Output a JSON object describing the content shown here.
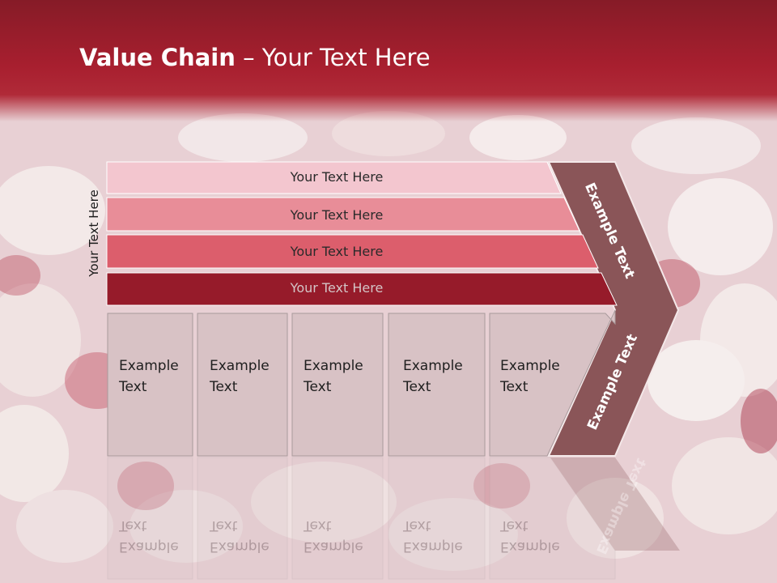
{
  "slide": {
    "title_bold": "Value Chain",
    "title_rest": " – Your Text Here",
    "side_label": "Your Text Here"
  },
  "rows": [
    {
      "label": "Your Text Here",
      "color": "#f3c6cf",
      "text_color": "#2a2a2a"
    },
    {
      "label": "Your Text Here",
      "color": "#e88d98",
      "text_color": "#2a2a2a"
    },
    {
      "label": "Your Text Here",
      "color": "#dc5e6c",
      "text_color": "#2a2a2a"
    },
    {
      "label": "Your Text Here",
      "color": "#961b2a",
      "text_color": "#d4c4c6"
    }
  ],
  "boxes": [
    {
      "line1": "Example",
      "line2": "Text"
    },
    {
      "line1": "Example",
      "line2": "Text"
    },
    {
      "line1": "Example",
      "line2": "Text"
    },
    {
      "line1": "Example",
      "line2": "Text"
    },
    {
      "line1": "Example",
      "line2": "Text"
    }
  ],
  "chevron": {
    "upper_label": "Example Text",
    "lower_label": "Example Text",
    "color": "#8a5558"
  },
  "colors": {
    "header": "#a81f2f",
    "box_fill": "#d8c2c5",
    "box_border": "#a99a9c"
  }
}
